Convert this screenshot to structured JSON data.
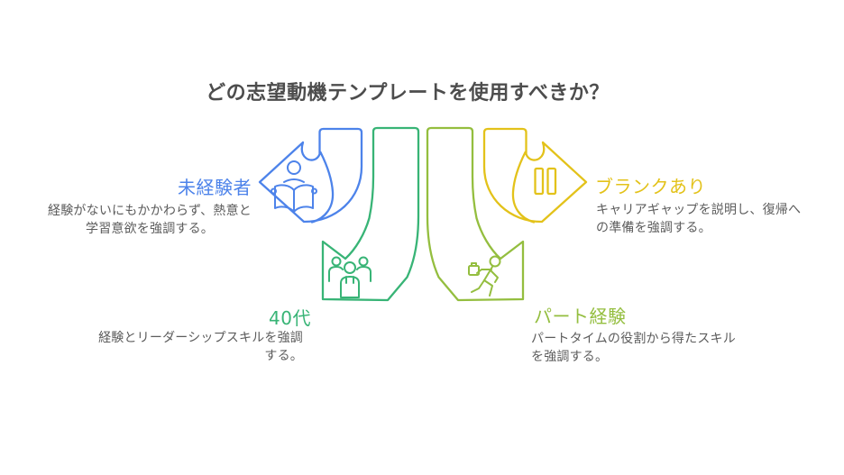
{
  "title": "どの志望動機テンプレートを使用すべきか？",
  "colors": {
    "beginner": "#4d83ea",
    "blank": "#e3c21a",
    "forties": "#38b476",
    "parttime": "#94be3f",
    "title_text": "#4d4d4d",
    "body_text": "#5c5c5c",
    "background": "#ffffff"
  },
  "branches": {
    "beginner": {
      "label": "未経験者",
      "desc_line1": "経験がないにもかかわらず、熱意と",
      "desc_line2": "学習意欲を強調する。",
      "icon": "reading-person-icon",
      "direction": "left"
    },
    "blank": {
      "label": "ブランクあり",
      "desc_line1": "キャリアギャップを説明し、復帰へ",
      "desc_line2": "の準備を強調する。",
      "icon": "pause-icon",
      "direction": "right"
    },
    "forties": {
      "label": "40代",
      "desc_line1": "経験とリーダーシップスキルを強調",
      "desc_line2": "する。",
      "icon": "people-group-icon",
      "direction": "down-left"
    },
    "parttime": {
      "label": "パート経験",
      "desc_line1": "パートタイムの役割から得たスキル",
      "desc_line2": "を強調する。",
      "icon": "running-person-icon",
      "direction": "down-right"
    }
  }
}
